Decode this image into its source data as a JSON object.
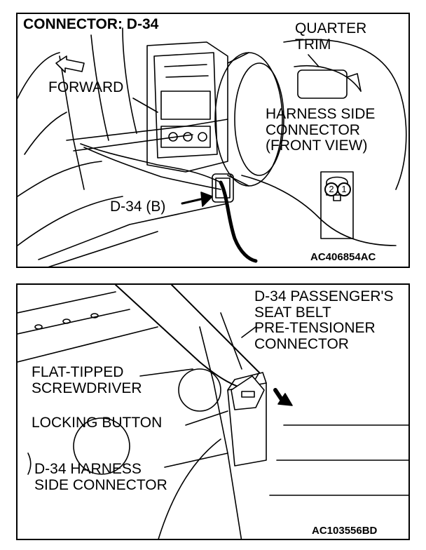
{
  "top_panel": {
    "title": "CONNECTOR: D-34",
    "label_quarter_trim": [
      "QUARTER",
      "TRIM"
    ],
    "label_forward": "FORWARD",
    "label_harness_side": [
      "HARNESS SIDE",
      "CONNECTOR",
      "(FRONT VIEW)"
    ],
    "label_connector": "D-34 (B)",
    "pins": [
      "2",
      "1"
    ],
    "code": "AC406854AC"
  },
  "bottom_panel": {
    "label_passenger": [
      "D-34 PASSENGER'S",
      "SEAT BELT",
      "PRE-TENSIONER",
      "CONNECTOR"
    ],
    "label_screwdriver": [
      "FLAT-TIPPED",
      "SCREWDRIVER"
    ],
    "label_locking": "LOCKING BUTTON",
    "label_harness": [
      "D-34 HARNESS",
      "SIDE CONNECTOR"
    ],
    "code": "AC103556BD"
  }
}
